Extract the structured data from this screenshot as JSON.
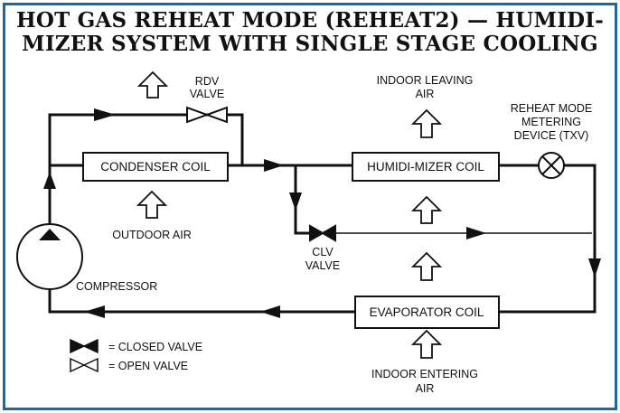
{
  "title": {
    "line1": "HOT GAS REHEAT MODE (REHEAT2) — HUMIDI-",
    "line2": "MIZER SYSTEM WITH SINGLE STAGE COOLING"
  },
  "components": {
    "condenser_coil": "CONDENSER COIL",
    "humidimizer_coil": "HUMIDI-MIZER COIL",
    "evaporator_coil": "EVAPORATOR COIL",
    "compressor": "COMPRESSOR"
  },
  "valves": {
    "rdv_line1": "RDV",
    "rdv_line2": "VALVE",
    "clv_line1": "CLV",
    "clv_line2": "VALVE",
    "txv_line1": "REHEAT MODE",
    "txv_line2": "METERING",
    "txv_line3": "DEVICE (TXV)"
  },
  "airflows": {
    "outdoor_air": "OUTDOOR AIR",
    "indoor_leaving_line1": "INDOOR LEAVING",
    "indoor_leaving_line2": "AIR",
    "indoor_entering_line1": "INDOOR ENTERING",
    "indoor_entering_line2": "AIR"
  },
  "legend": {
    "closed_valve": "= CLOSED VALVE",
    "open_valve": "= OPEN VALVE"
  },
  "colors": {
    "border": "#1668a8",
    "line": "#111111"
  }
}
